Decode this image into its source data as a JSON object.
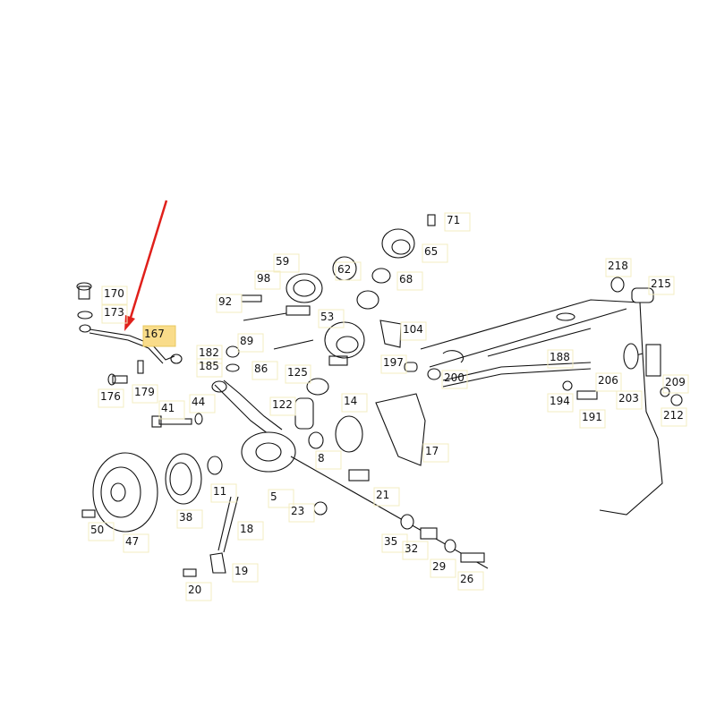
{
  "diagram": {
    "highlighted_part": "167",
    "highlight_color": "#f9dc8a",
    "arrow_color": "#e0201b",
    "labels": [
      "170",
      "173",
      "167",
      "182",
      "185",
      "176",
      "179",
      "41",
      "44",
      "92",
      "98",
      "59",
      "89",
      "86",
      "62",
      "71",
      "65",
      "68",
      "53",
      "104",
      "125",
      "122",
      "14",
      "197",
      "200",
      "188",
      "218",
      "215",
      "206",
      "203",
      "209",
      "194",
      "191",
      "212",
      "17",
      "8",
      "11",
      "5",
      "21",
      "23",
      "38",
      "18",
      "50",
      "47",
      "35",
      "32",
      "29",
      "26",
      "19",
      "20"
    ]
  }
}
